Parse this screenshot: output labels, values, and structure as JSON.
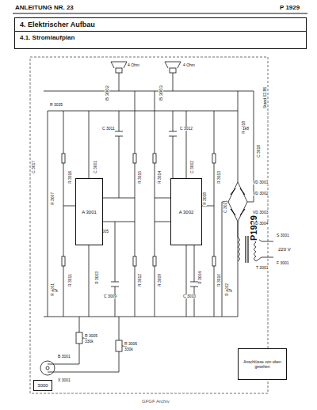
{
  "diagram": {
    "title": "4. Elektrischer Aufbau",
    "nodes": [
      {
        "text": [
          "4. Elektrischer Aufbau",
          "4.1. Stromlaufplan"
        ]
      },
      {
        "text": [
          "A 3001"
        ]
      },
      {
        "text": [
          "A 3002"
        ]
      },
      {
        "text": [
          "3000"
        ]
      },
      {
        "text": [
          "Anschlüsse von oben gesehen"
        ]
      }
    ],
    "labels": [
      "ANLEITUNG NR. 23",
      "P 1929",
      "P1929",
      "GFGF Archiv",
      "Stand 02.86",
      "B 3002",
      "B 3003",
      "4 Ohm",
      "4 Ohm",
      "R 3035",
      "C 3017",
      "C 3018",
      "R 3016",
      "R 3015",
      "R 3014",
      "R 3013",
      "C 3011",
      "C 3012",
      "C 3009",
      "C 3010",
      "R 3011",
      "R 3012",
      "R 3009",
      "R 3010",
      "R 3007",
      "R 3008",
      "C 3005",
      "C 3006",
      "R 3005",
      "R 3006",
      "330k",
      "330k",
      "R 3001",
      "R 3002",
      "47k",
      "47k",
      "C 3001",
      "C 3002",
      "R 3003",
      "R 3004",
      "VD 3001",
      "VD 3002",
      "VD 3003",
      "VD 3004",
      "C 3021",
      "T 3001",
      "220 V",
      "S 3001",
      "F 3001",
      "X 3001",
      "B 3001",
      "R 3018",
      "1k8"
    ]
  }
}
